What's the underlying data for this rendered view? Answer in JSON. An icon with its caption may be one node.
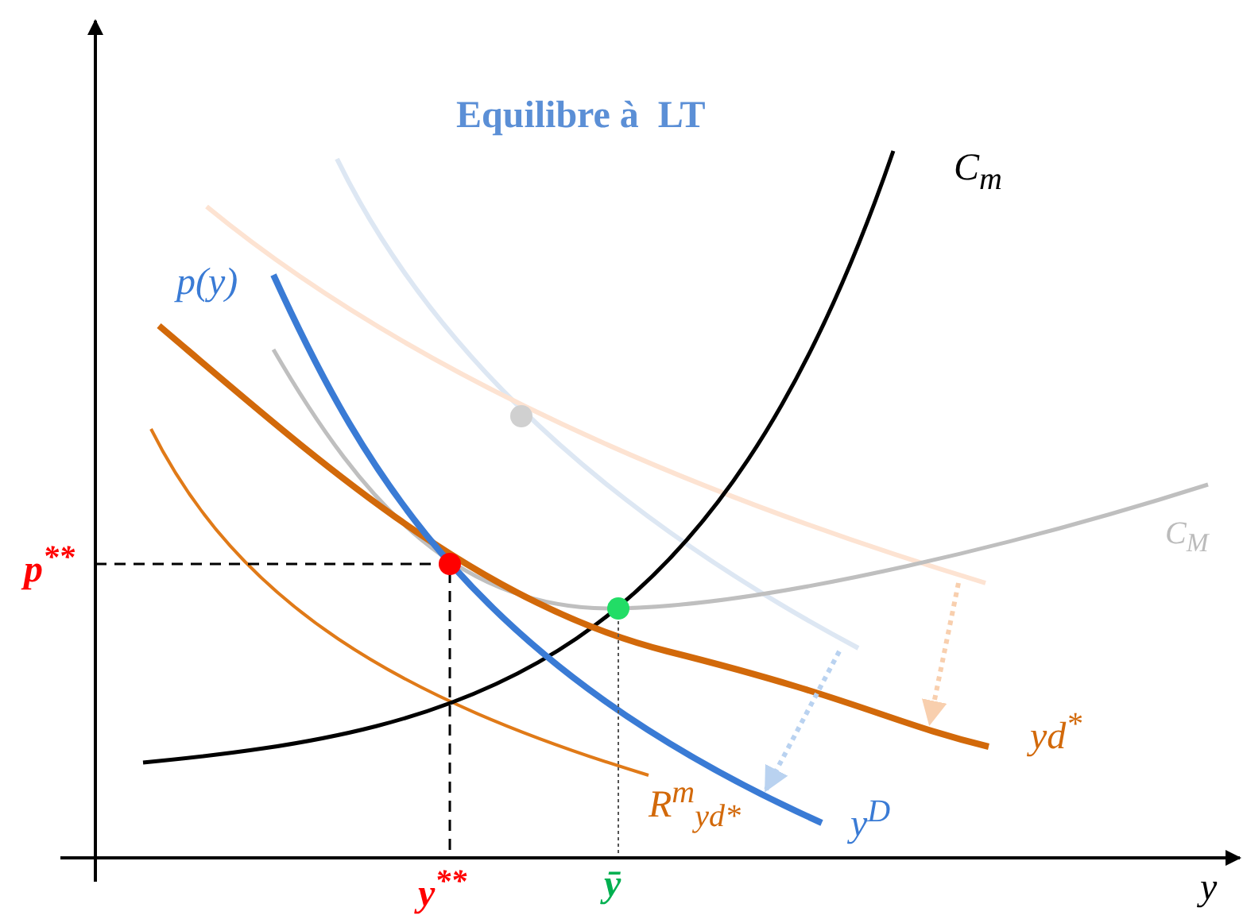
{
  "diagram": {
    "title": "Equilibre à  LT",
    "labels": [
      "C$_{m}$",
      "p(y)",
      "p$^{**}$",
      "C$_{M}$",
      "yd$^{*}$",
      "R$^{m}$$_{yd*}$",
      "y$^{D}$",
      "y$^{**}$",
      "ȳ",
      "y"
    ]
  }
}
